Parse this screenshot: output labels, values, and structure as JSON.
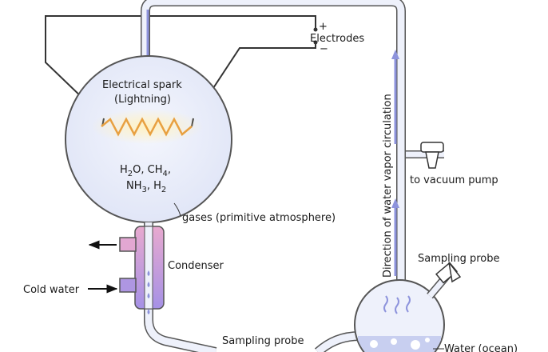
{
  "labels": {
    "electrodes": "Electrodes",
    "plus": "+",
    "minus": "−",
    "spark_line1": "Electrical spark",
    "spark_line2": "(Lightning)",
    "gases_line1_a": "H",
    "gases_line1_b": "2",
    "gases_line1_c": "O, CH",
    "gases_line1_d": "4",
    "gases_line1_e": ",",
    "gases_line2_a": "NH",
    "gases_line2_b": "3",
    "gases_line2_c": ", H",
    "gases_line2_d": "2",
    "gases_atmosphere": "gases (primitive atmosphere)",
    "condenser": "Condenser",
    "cold_water": "Cold water",
    "sampling_probe_bottom": "Sampling probe",
    "sampling_probe_right": "Sampling probe",
    "vacuum_pump": "to vacuum pump",
    "circulation": "Direction of water vapor circulation",
    "water_ocean": "Water (ocean)"
  },
  "colors": {
    "glass": "#eef1fb",
    "glass_stroke": "#555555",
    "flow_arrow": "#8d93dc",
    "spark": "#e8a040",
    "condenser_top": "#e6a8cf",
    "condenser_bottom": "#a995e4",
    "water": "#c8cff0"
  }
}
